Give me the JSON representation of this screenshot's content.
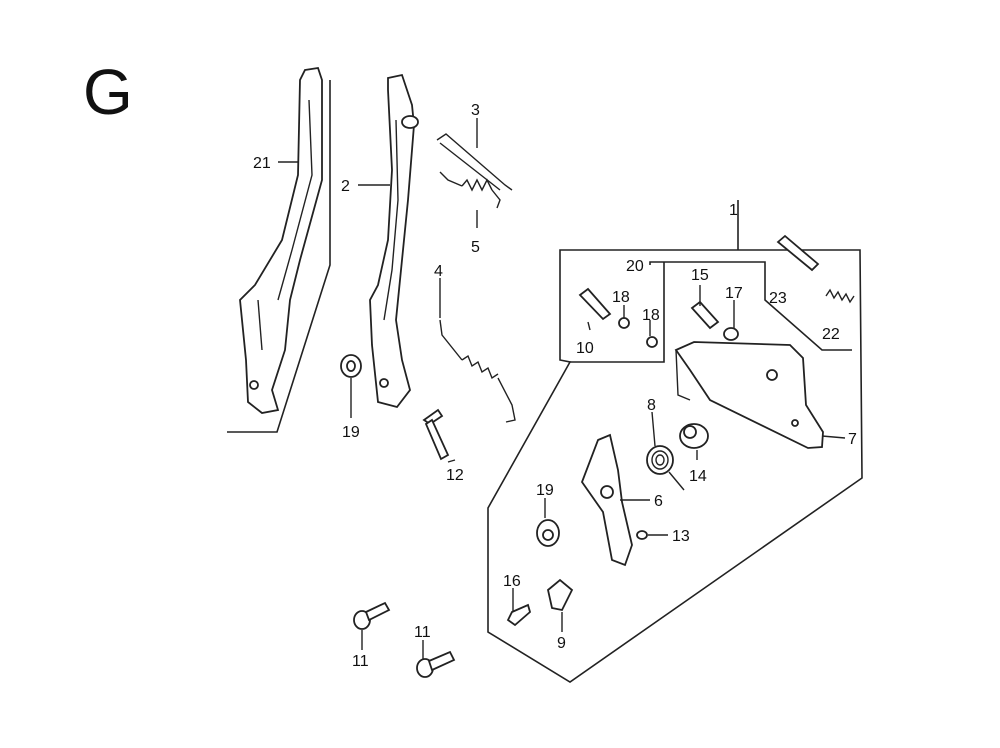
{
  "diagram": {
    "section_letter": "G",
    "callouts": [
      "21",
      "2",
      "3",
      "5",
      "4",
      "19",
      "12",
      "1",
      "20",
      "15",
      "17",
      "23",
      "22",
      "18",
      "18",
      "10",
      "8",
      "14",
      "7",
      "19",
      "6",
      "13",
      "16",
      "9",
      "11",
      "11"
    ]
  }
}
